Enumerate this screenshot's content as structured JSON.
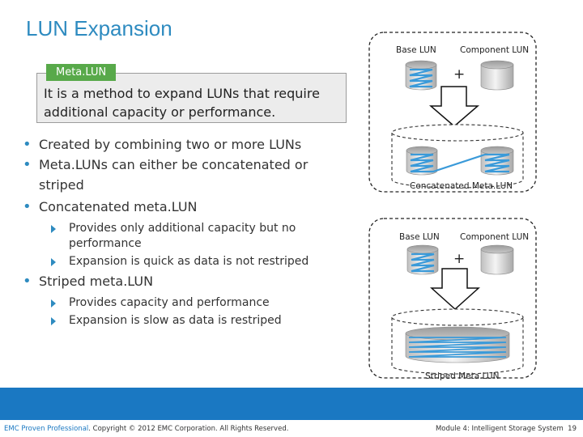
{
  "slide": {
    "title": "LUN Expansion",
    "definition": {
      "tag": "Meta.LUN",
      "text": "It is a method to expand LUNs that require additional capacity or performance."
    },
    "bullets": [
      {
        "text": "Created by combining two or more LUNs",
        "sub": []
      },
      {
        "text": "Meta.LUNs can either be concatenated or striped",
        "sub": []
      },
      {
        "text": "Concatenated meta.LUN",
        "sub": [
          "Provides only additional capacity but no performance",
          "Expansion is quick as data is not restriped"
        ]
      },
      {
        "text": "Striped meta.LUN",
        "sub": [
          "Provides capacity and performance",
          "Expansion is slow as data is restriped"
        ]
      }
    ]
  },
  "diagram": {
    "concatenated": {
      "base_label": "Base LUN",
      "component_label": "Component LUN",
      "plus": "+",
      "result_label": "Concatenated Meta.LUN"
    },
    "striped": {
      "base_label": "Base LUN",
      "component_label": "Component LUN",
      "plus": "+",
      "result_label": "Striped Meta.LUN"
    }
  },
  "footer": {
    "brand": "EMC Proven Professional",
    "copyright": ". Copyright © 2012 EMC Corporation. All Rights Reserved.",
    "module": "Module 4: Intelligent Storage System",
    "page": "19"
  },
  "colors": {
    "title": "#2E8BC0",
    "tag": "#58A94A",
    "footer_bar": "#1A78C2",
    "stripe": "#3A9AD9"
  }
}
